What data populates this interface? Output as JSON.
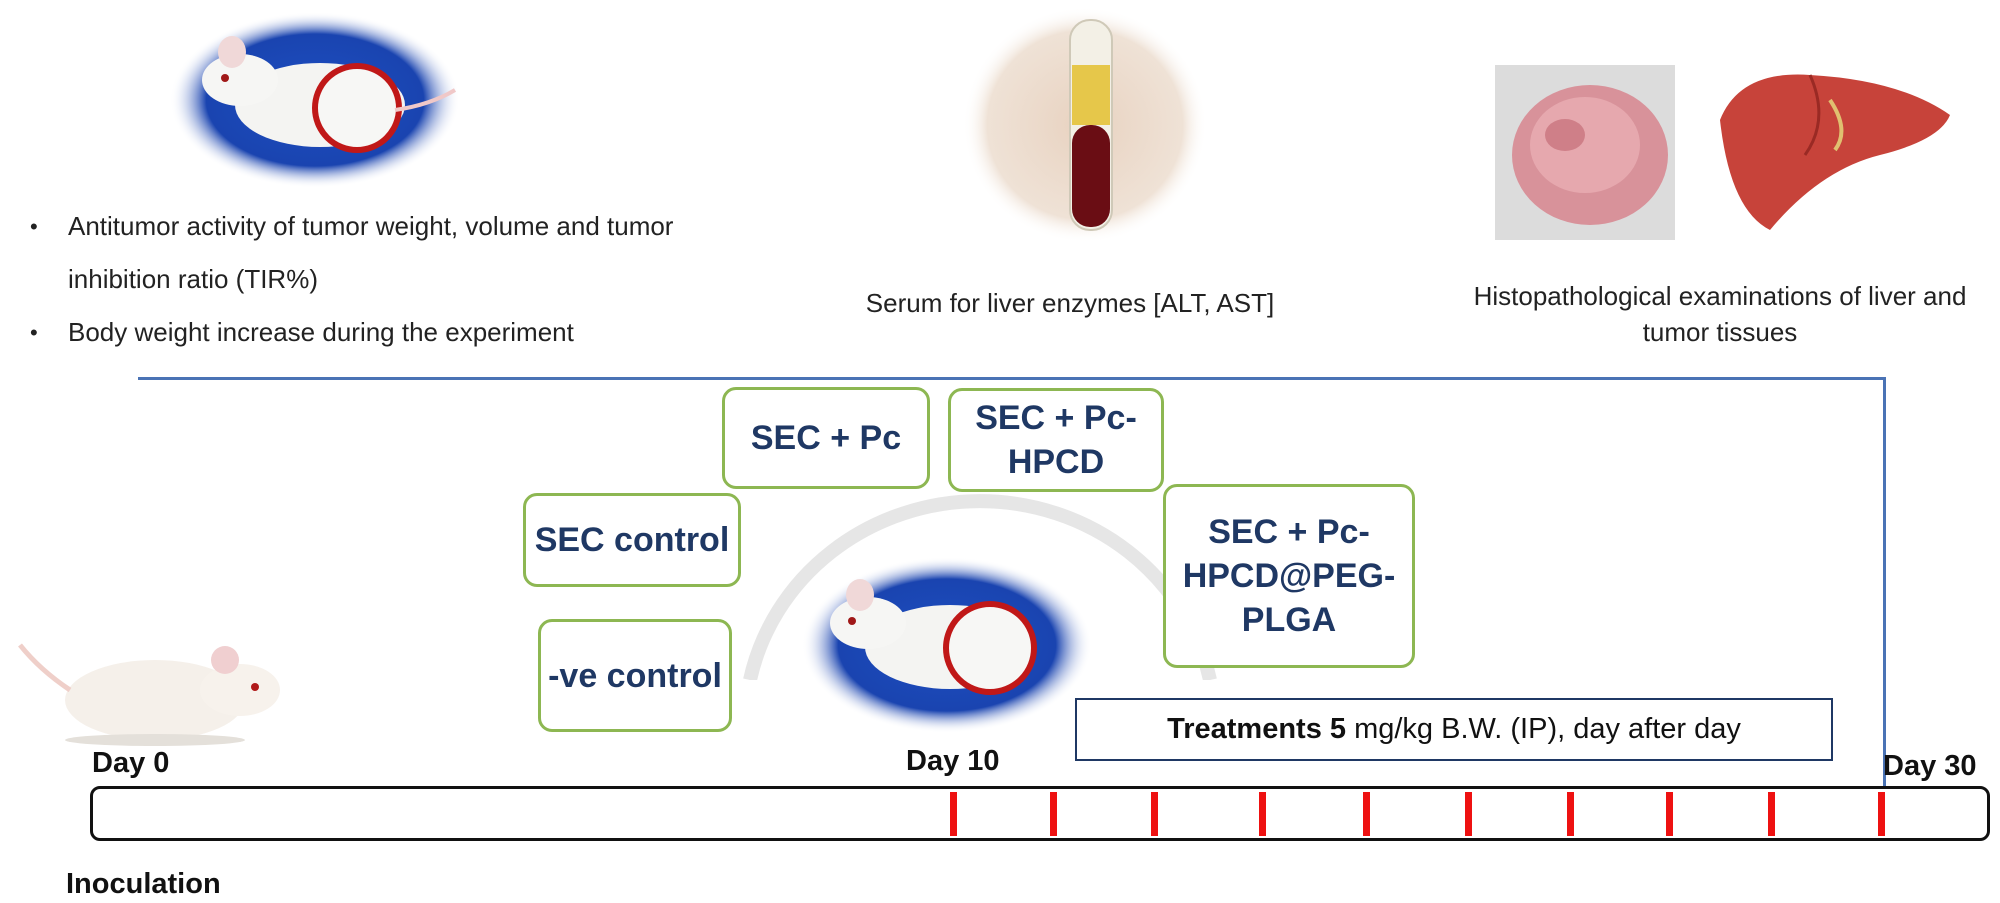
{
  "bullets": [
    "Antitumor activity of tumor weight, volume and tumor inhibition ratio (TIR%)",
    "Body weight increase during the experiment"
  ],
  "bullet_symbol": "•",
  "captions": {
    "serum": "Serum for liver enzymes [ALT, AST]",
    "histo": "Histopathological examinations of liver and tumor tissues"
  },
  "groups": {
    "sec_pc": "SEC + Pc",
    "sec_pc_hpcd": "SEC + Pc-HPCD",
    "sec_control": "SEC control",
    "sec_pc_hpcd_peg_plga": "SEC + Pc-HPCD@PEG-PLGA",
    "neg_control": "-ve control"
  },
  "treatment": {
    "bold": "Treatments 5",
    "rest": " mg/kg B.W. (IP), day after day"
  },
  "days": {
    "day0": "Day 0",
    "day10": "Day 10",
    "day30": "Day 30"
  },
  "inoculation": "Inoculation",
  "icons": [
    "mouse-with-tumor-icon",
    "blood-tube-icon",
    "tumor-tissue-icon",
    "liver-icon",
    "mouse-icon"
  ],
  "colors": {
    "box_border": "#8db752",
    "group_text": "#1f3864",
    "tick": "#ee1111",
    "bracket": "#4a73b5"
  }
}
